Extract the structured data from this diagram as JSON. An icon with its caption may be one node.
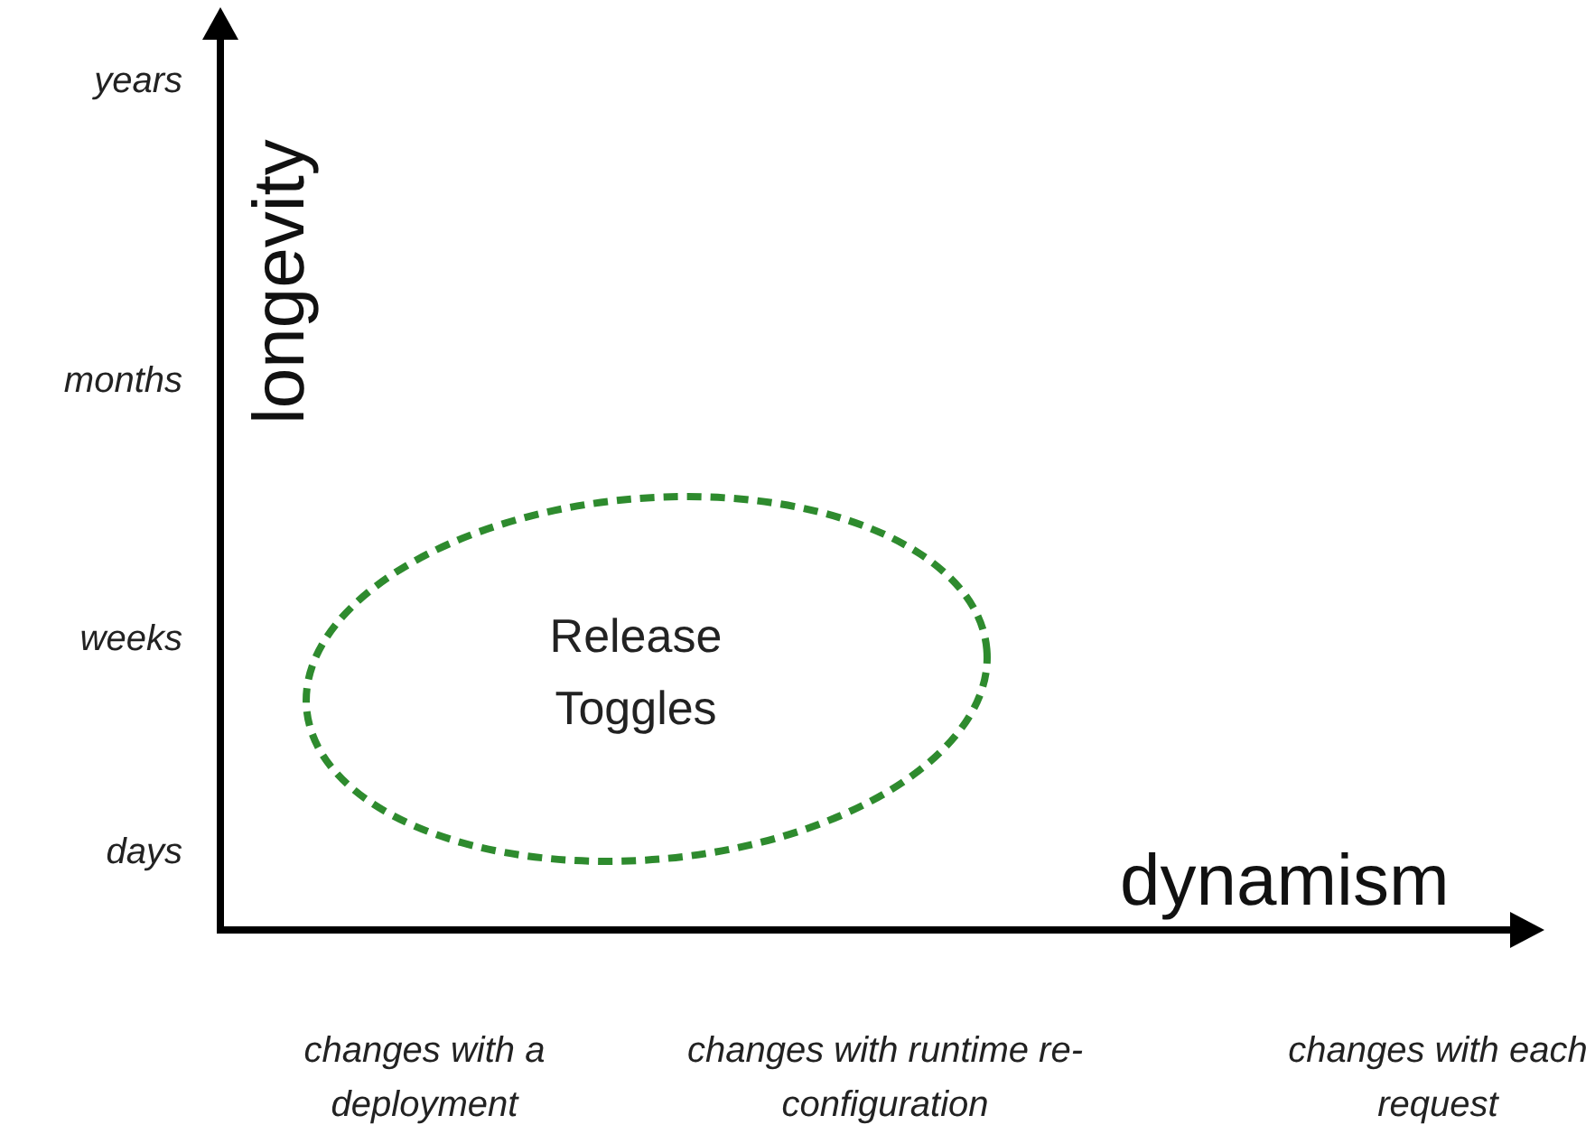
{
  "diagram": {
    "nodes": [
      {
        "text": [
          "Release Toggles"
        ]
      }
    ],
    "labels": [
      "years",
      "months",
      "weeks",
      "days",
      "longevity",
      "dynamism",
      "changes with a deployment",
      "changes with runtime re-configuration",
      "changes with each request"
    ]
  }
}
